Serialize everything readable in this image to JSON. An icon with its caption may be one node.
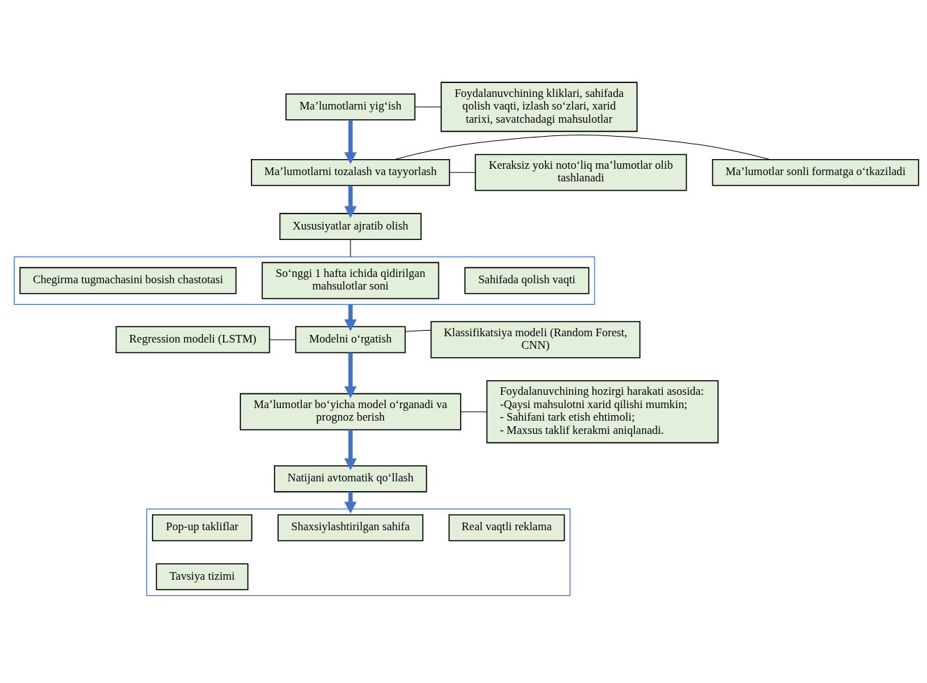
{
  "diagram": {
    "nodes": [
      {
        "text": [
          "Ma’lumotlarni yig‘ish"
        ]
      },
      {
        "text": [
          "Foydalanuvchining kliklari, sahifada qolish vaqti, izlash so‘zlari, xarid tarixi, savatchadagi mahsulotlar"
        ]
      },
      {
        "text": [
          "Ma’lumotlarni tozalash va tayyorlash"
        ]
      },
      {
        "text": [
          "Keraksiz yoki noto‘liq ma’lumotlar olib tashlanadi"
        ]
      },
      {
        "text": [
          "Ma’lumotlar sonli formatga o‘tkaziladi"
        ]
      },
      {
        "text": [
          "Xususiyatlar ajratib olish"
        ]
      },
      {
        "text": [],
        "shape": "box"
      },
      {
        "text": [
          "Chegirma tugmachasini bosish chastotasi"
        ],
        "in": 6
      },
      {
        "text": [
          "So‘nggi 1 hafta ichida qidirilgan mahsulotlar soni"
        ],
        "in": 6
      },
      {
        "text": [
          "Sahifada qolish vaqti"
        ],
        "in": 6
      },
      {
        "text": [
          "Regression modeli (LSTM)"
        ]
      },
      {
        "text": [
          "Modelni o‘rgatish"
        ]
      },
      {
        "text": [
          "Klassifikatsiya modeli (Random Forest, CNN)"
        ]
      },
      {
        "text": [
          "Ma’lumotlar bo‘yicha model o‘rganadi va prognoz berish"
        ]
      },
      {
        "text": [
          "Foydalanuvchining hozirgi harakati asosida:",
          "-Qaysi mahsulotni xarid qilishi mumkin;",
          "- Sahifani tark etish ehtimoli;",
          "- Maxsus taklif kerakmi aniqlanadi."
        ]
      },
      {
        "text": [
          "Natijani avtomatik qo‘llash"
        ]
      },
      {
        "text": [],
        "shape": "box"
      },
      {
        "text": [
          "Pop-up takliflar"
        ],
        "in": 16
      },
      {
        "text": [
          "Tavsiya tizimi"
        ],
        "in": 16
      },
      {
        "text": [
          "Shaxsiylashtirilgan sahifa"
        ],
        "in": 16
      },
      {
        "text": [
          "Real vaqtli reklama"
        ],
        "in": 16
      }
    ],
    "edges": [
      {
        "from": 0,
        "to": 1,
        "arrow": "none"
      },
      {
        "from": 0,
        "to": 2,
        "arrow": "to",
        "style": "thick",
        "color": "#4472c4"
      },
      {
        "from": 2,
        "to": 3,
        "arrow": "none"
      },
      {
        "from": 2,
        "to": 4,
        "arrow": "none"
      },
      {
        "from": 2,
        "to": 5,
        "arrow": "to",
        "style": "thick",
        "color": "#4472c4"
      },
      {
        "from": 5,
        "to": 6,
        "arrow": "none"
      },
      {
        "from": 6,
        "to": 11,
        "arrow": "to",
        "style": "thick",
        "color": "#4472c4"
      },
      {
        "from": 10,
        "to": 11,
        "arrow": "none"
      },
      {
        "from": 11,
        "to": 12,
        "arrow": "none"
      },
      {
        "from": 11,
        "to": 13,
        "arrow": "to",
        "style": "thick",
        "color": "#4472c4"
      },
      {
        "from": 13,
        "to": 14,
        "arrow": "none"
      },
      {
        "from": 13,
        "to": 15,
        "arrow": "to",
        "style": "thick",
        "color": "#4472c4"
      },
      {
        "from": 15,
        "to": 16,
        "arrow": "to",
        "style": "thick",
        "color": "#4472c4"
      }
    ]
  }
}
